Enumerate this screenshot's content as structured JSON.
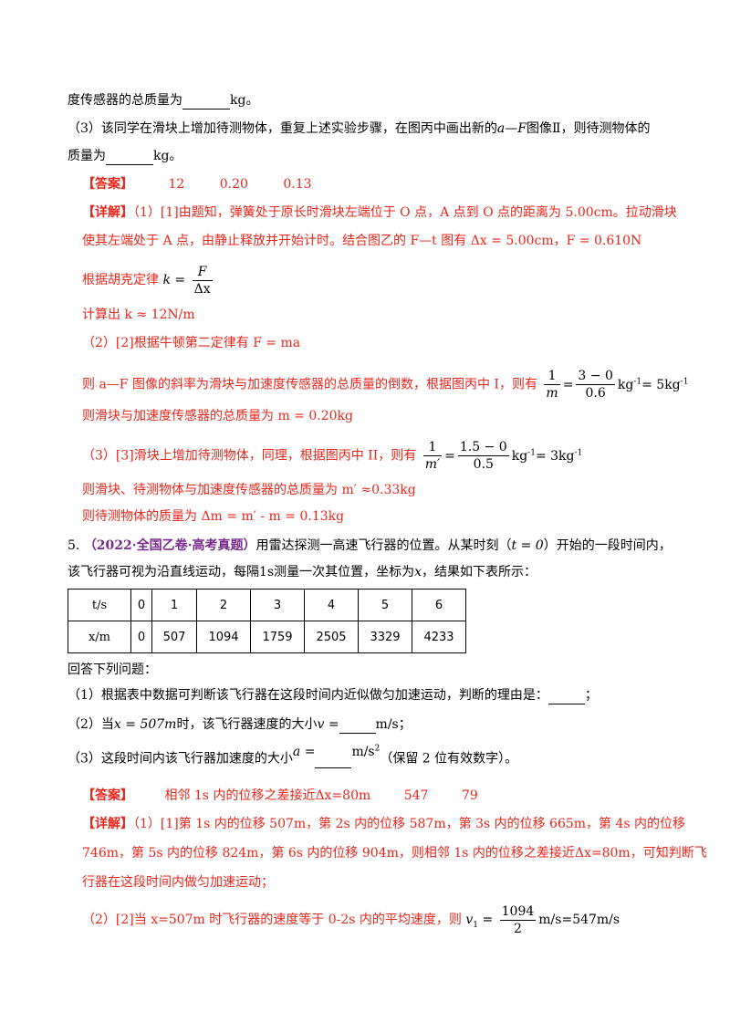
{
  "colors": {
    "answer_red": "#e8261b",
    "source_purple": "#7a2a8c"
  },
  "q4": {
    "line1_text": "度传感器的总质量为",
    "line1_unit": "kg。",
    "part3_a": "（3）该同学在滑块上增加待测物体，重复上述实验步骤，在图丙中画出新的",
    "part3_a_var": "a",
    "part3_a_mid": "—",
    "part3_a_var2": "F",
    "part3_a_end": "图像Ⅱ，则待测物体的",
    "part3_b_text": "质量为",
    "part3_b_unit": "kg。",
    "answer_tag": "【答案】",
    "answers": [
      "12",
      "0.20",
      "0.13"
    ],
    "detail_tag": "【详解】",
    "d1": "（1）[1]由题知，弹簧处于原长时滑块左端位于 O 点，A 点到 O 点的距离为 5.00cm。拉动滑块",
    "d2": "使其左端处于 A 点，由静止释放并开始计时。结合图乙的 F—t 图有 Δx = 5.00cm，F = 0.610N",
    "d3_text": "根据胡克定律",
    "d3_k": "k",
    "d3_num": "F",
    "d3_den": "Δx",
    "d4": "计算出 k ≈ 12N/m",
    "d5": "（2）[2]根据牛顿第二定律有 F = ma",
    "d6_text": "则 a—F 图像的斜率为滑块与加速度传感器的总质量的倒数，根据图丙中 I，则有",
    "d6_f1n": "1",
    "d6_f1d": "m",
    "d6_f2n": "3 − 0",
    "d6_f2d": "0.6",
    "d6_tail": "kg",
    "d6_tail2": "= 5kg",
    "d6_exp": "-1",
    "d7": "则滑块与加速度传感器的总质量为 m = 0.20kg",
    "d8_text": "（3）[3]滑块上增加待测物体，同理，根据图丙中 II，则有",
    "d8_f1n": "1",
    "d8_f1d": "m′",
    "d8_f2n": "1.5 − 0",
    "d8_f2d": "0.5",
    "d8_tail": "kg",
    "d8_tail2": "= 3kg",
    "d8_exp": "-1",
    "d9": "则滑块、待测物体与加速度传感器的总质量为 m′ ≈0.33kg",
    "d10": "则待测物体的质量为 Δm = m′ - m = 0.13kg"
  },
  "q5": {
    "number": "5.",
    "source": "（2022·全国乙卷·高考真题）",
    "stem1_a": "用雷达探测一高速飞行器的位置。从某时刻（",
    "stem1_t": "t = 0",
    "stem1_b": "）开始的一段时间内，",
    "stem2_a": "该飞行器可视为沿直线运动，每隔",
    "stem2_1s": "1s",
    "stem2_b": "测量一次其位置，坐标为",
    "stem2_x": "x",
    "stem2_c": "，结果如下表所示：",
    "table": {
      "row1_head": "t/s",
      "row1": [
        "0",
        "1",
        "2",
        "3",
        "4",
        "5",
        "6"
      ],
      "row2_head": "x/m",
      "row2": [
        "0",
        "507",
        "1094",
        "1759",
        "2505",
        "3329",
        "4233"
      ]
    },
    "answer_prompt": "回答下列问题：",
    "p1": "（1）根据表中数据可判断该飞行器在这段时间内近似做匀加速运动，判断的理由是：",
    "p1_end": "；",
    "p2_a": "（2）当",
    "p2_x": "x = 507m",
    "p2_b": "时，该飞行器速度的大小",
    "p2_v": "v =",
    "p2_unit": "m/s",
    "p2_end": "；",
    "p3_a": "（3）这段时间内该飞行器加速度的大小",
    "p3_var": "a =",
    "p3_unit": "m/s",
    "p3_exp": "2",
    "p3_end": "（保留 2 位有效数字）。",
    "answer_tag": "【答案】",
    "answers": [
      "相邻 1s 内的位移之差接近Δx=80m",
      "547",
      "79"
    ],
    "detail_tag": "【详解】",
    "d1": "（1）[1]第 1s 内的位移 507m，第 2s 内的位移 587m，第 3s 内的位移 665m，第 4s 内的位移",
    "d2": "746m，第 5s 内的位移 824m，第 6s 内的位移 904m，则相邻 1s 内的位移之差接近Δx=80m，可知判断飞",
    "d3": "行器在这段时间内做匀加速运动；",
    "d4_text": "（2）[2]当 x=507m 时飞行器的速度等于 0-2s 内的平均速度，则",
    "d4_v": "v",
    "d4_sub": "1",
    "d4_num": "1094",
    "d4_den": "2",
    "d4_tail": "m/s=547m/s"
  }
}
